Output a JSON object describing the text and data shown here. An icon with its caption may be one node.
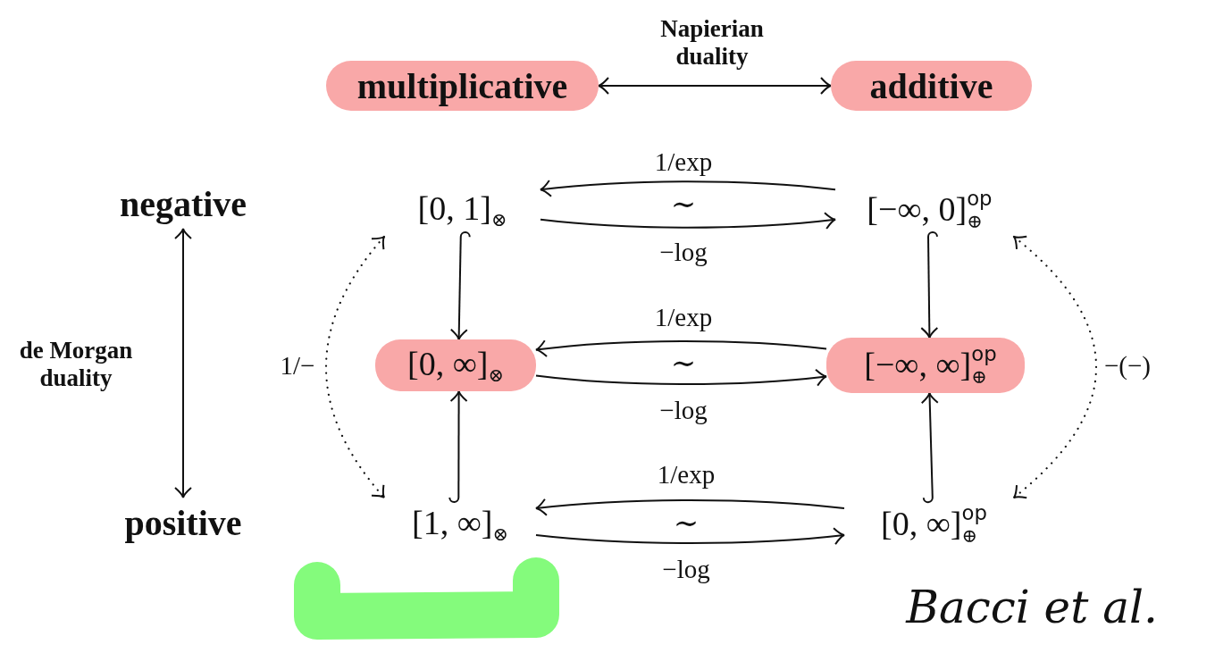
{
  "diagram": {
    "nodes": [
      {
        "text": [
          "multiplicative"
        ]
      },
      {
        "text": [
          "additive"
        ]
      },
      {
        "text": [
          "negative"
        ]
      },
      {
        "text": [
          "positive"
        ]
      },
      {
        "text": [
          "[0, 1]$_{⊗}$"
        ]
      },
      {
        "text": [
          "[−∞, 0]$^{op}$$_{⊕}$"
        ]
      },
      {
        "text": [
          "[0, ∞]$_{⊗}$"
        ]
      },
      {
        "text": [
          "[−∞, ∞]$^{op}$$_{⊕}$"
        ]
      },
      {
        "text": [
          "[1, ∞]$_{⊗}$"
        ]
      },
      {
        "text": [
          "[0, ∞]$^{op}$$_{⊕}$"
        ]
      }
    ],
    "edges": [
      {
        "from": 0,
        "to": 1,
        "arrow": "both",
        "label": "Napierian duality"
      },
      {
        "from": 2,
        "to": 3,
        "arrow": "both",
        "label": "de Morgan duality"
      },
      {
        "from": 5,
        "to": 4,
        "arrow": "to",
        "label": "1/exp"
      },
      {
        "from": 4,
        "to": 5,
        "arrow": "to",
        "label": "−log"
      },
      {
        "from": 4,
        "to": 6,
        "arrow": "to"
      },
      {
        "from": 5,
        "to": 7,
        "arrow": "to"
      },
      {
        "from": 7,
        "to": 6,
        "arrow": "to",
        "label": "1/exp"
      },
      {
        "from": 6,
        "to": 7,
        "arrow": "to",
        "label": "−log"
      },
      {
        "from": 8,
        "to": 6,
        "arrow": "to"
      },
      {
        "from": 9,
        "to": 7,
        "arrow": "to"
      },
      {
        "from": 9,
        "to": 8,
        "arrow": "to",
        "label": "1/exp"
      },
      {
        "from": 8,
        "to": 9,
        "arrow": "to",
        "label": "−log"
      },
      {
        "from": 4,
        "to": 8,
        "arrow": "both",
        "style": "dashed",
        "label": "1/−"
      },
      {
        "from": 5,
        "to": 9,
        "arrow": "both",
        "style": "dashed",
        "label": "−(−)"
      }
    ],
    "labels": [
      "∼",
      "∼",
      "∼",
      "Bacci et al."
    ]
  }
}
